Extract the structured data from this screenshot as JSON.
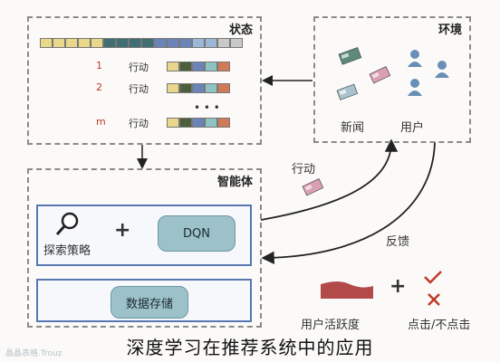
{
  "state": {
    "title": "状态",
    "rows": [
      {
        "label": "行动",
        "index": "1"
      },
      {
        "label": "行动",
        "index": "2"
      },
      {
        "label": "行动",
        "index": "m"
      }
    ],
    "ellipsis": "• • •",
    "bar_colors": [
      "#ead88a",
      "#ead88a",
      "#ead88a",
      "#ead88a",
      "#ead88a",
      "#3f6f72",
      "#3f6f72",
      "#3f6f72",
      "#3f6f72",
      "#6b84b8",
      "#6b84b8",
      "#6b84b8",
      "#9db8d6",
      "#9db8d6",
      "#c9c9c9",
      "#c9c9c9"
    ],
    "row_colors": [
      "#ead88a",
      "#4c5f3a",
      "#6b84b8",
      "#8fc3c3",
      "#d07a57"
    ]
  },
  "env": {
    "title": "环境",
    "news_label": "新闻",
    "users_label": "用户"
  },
  "agent": {
    "title": "智能体",
    "dqn_label": "DQN",
    "plus": "+",
    "explore_label": "探索策略",
    "memory_label": "数据存储"
  },
  "edges": {
    "action_label": "行动",
    "feedback_label": "反馈"
  },
  "feedback": {
    "plus": "+",
    "activity_label": "用户活跃度",
    "click_label": "点击/不点击"
  },
  "caption": "深度学习在推荐系统中的应用",
  "watermark": "晶晶表格.Trouz"
}
